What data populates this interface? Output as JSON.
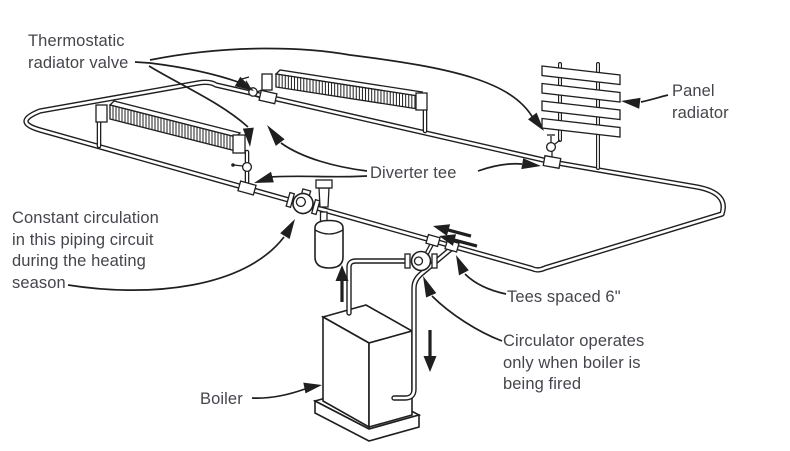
{
  "figure": {
    "description": "Line-art piping schematic of a one-pipe hydronic heating loop with diverter tees, two baseboard radiators, a panel radiator, expansion tank, two circulators and a boiler",
    "background": "#ffffff",
    "ink_color": "#1f1f1f",
    "label_color": "#45454e"
  },
  "labels": {
    "trv": {
      "line1": "Thermostatic",
      "line2": "radiator valve"
    },
    "panel": {
      "line1": "Panel",
      "line2": "radiator"
    },
    "diverter": {
      "text": "Diverter tee"
    },
    "constant": {
      "line1": "Constant circulation",
      "line2": "in this piping circuit",
      "line3": "during the heating",
      "line4": "season"
    },
    "tees": {
      "text": "Tees spaced 6\""
    },
    "circulator": {
      "line1": "Circulator operates",
      "line2": "only when boiler is",
      "line3": "being fired"
    },
    "boiler": {
      "text": "Boiler"
    }
  }
}
